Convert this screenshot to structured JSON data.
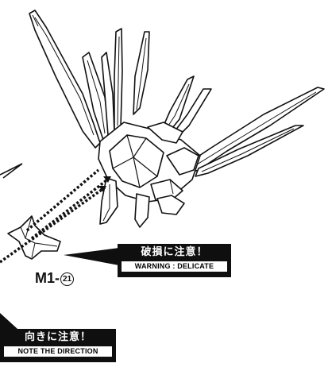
{
  "callouts": {
    "delicate": {
      "jp": "破損に注意！",
      "en": "WARNING : DELICATE"
    },
    "direction": {
      "jp": "向きに注意！",
      "en": "NOTE THE DIRECTION"
    }
  },
  "part": {
    "prefix": "M1-",
    "number": "21"
  }
}
